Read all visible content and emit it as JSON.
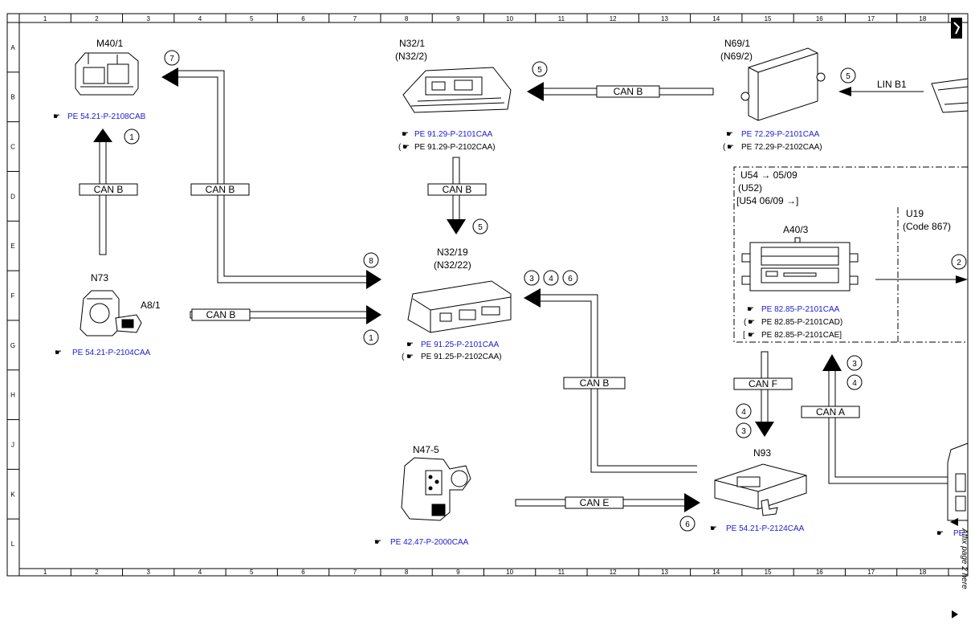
{
  "ruler": {
    "columns": [
      "1",
      "2",
      "3",
      "4",
      "5",
      "6",
      "7",
      "8",
      "9",
      "10",
      "11",
      "12",
      "13",
      "14",
      "15",
      "16",
      "17",
      "18"
    ],
    "rows": [
      "A",
      "B",
      "C",
      "D",
      "E",
      "F",
      "G",
      "H",
      "J",
      "K",
      "L"
    ]
  },
  "colors": {
    "link": "#1a1ad6",
    "line": "#000000"
  },
  "components": {
    "m40_1": {
      "name": "M40/1",
      "ref": "PE 54.21-P-2108CAB"
    },
    "n73": {
      "name": "N73",
      "sub": "A8/1",
      "ref": "PE 54.21-P-2104CAA"
    },
    "n32_1": {
      "name": "N32/1",
      "alt": "(N32/2)",
      "ref": "PE 91.29-P-2101CAA",
      "ref_alt": "PE 91.29-P-2102CAA)"
    },
    "n32_19": {
      "name": "N32/19",
      "alt": "(N32/22)",
      "ref": "PE 91.25-P-2101CAA",
      "ref_alt": "PE 91.25-P-2102CAA)"
    },
    "n69_1": {
      "name": "N69/1",
      "alt": "(N69/2)",
      "ref": "PE 72.29-P-2101CAA",
      "ref_alt": "PE 72.29-P-2102CAA)"
    },
    "n47_5": {
      "name": "N47-5",
      "ref": "PE 42.47-P-2000CAA"
    },
    "n93": {
      "name": "N93",
      "ref": "PE 54.21-P-2124CAA"
    },
    "a40_3": {
      "name": "A40/3",
      "ref": "PE 82.85-P-2101CAA",
      "ref_b": "PE 82.85-P-2101CAD)",
      "ref_c": "PE 82.85-P-2101CAE]"
    },
    "edge": {
      "ref": "PE"
    }
  },
  "variant_box": {
    "line1": "U54 → 05/09",
    "line2": "(U52)",
    "line3": "[U54  06/09 →]",
    "u19": "U19",
    "code": "(Code 867)"
  },
  "buses": {
    "can_b": "CAN B",
    "can_f": "CAN F",
    "can_a": "CAN A",
    "can_e": "CAN E",
    "lin_b1": "LIN B1"
  },
  "callouts": {
    "c1": "1",
    "c2": "2",
    "c3": "3",
    "c4": "4",
    "c5": "5",
    "c6": "6",
    "c7": "7",
    "c8": "8"
  },
  "side_note": "Affix page 2 here",
  "ref_glyph": "☛"
}
